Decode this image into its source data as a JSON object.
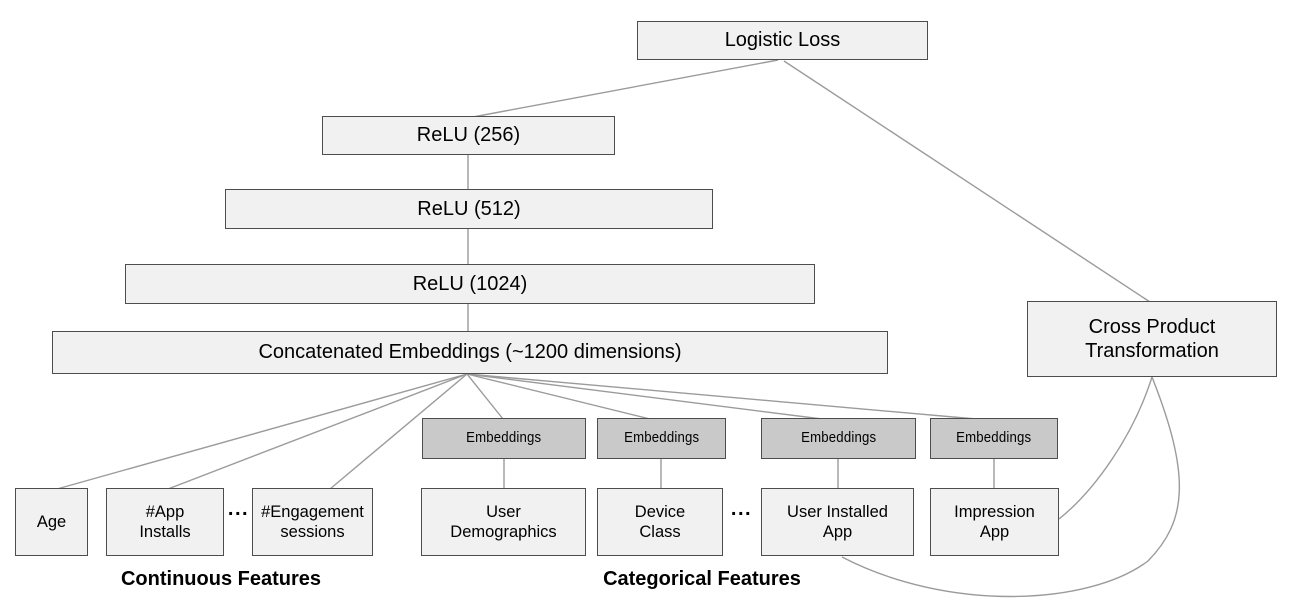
{
  "nodes": {
    "logistic_loss": "Logistic Loss",
    "relu_256": "ReLU (256)",
    "relu_512": "ReLU (512)",
    "relu_1024": "ReLU (1024)",
    "concatenated_embeddings": "Concatenated Embeddings (~1200 dimensions)",
    "cross_product": "Cross Product\nTransformation",
    "age": "Age",
    "app_installs": "#App\nInstalls",
    "engagement_sessions": "#Engagement\nsessions",
    "user_demographics": "User\nDemographics",
    "device_class": "Device\nClass",
    "user_installed_app": "User Installed\nApp",
    "impression_app": "Impression\nApp"
  },
  "embeddings": [
    "Embeddings",
    "Embeddings",
    "Embeddings",
    "Embeddings"
  ],
  "ellipsis": [
    "...",
    "..."
  ],
  "group_labels": {
    "continuous": "Continuous Features",
    "categorical": "Categorical Features"
  },
  "colors": {
    "node_fill": "#f1f1f2",
    "embedding_fill": "#c9c9c9",
    "node_border": "#4d4d4d",
    "connector": "#9b9b9b",
    "text": "#000000"
  }
}
